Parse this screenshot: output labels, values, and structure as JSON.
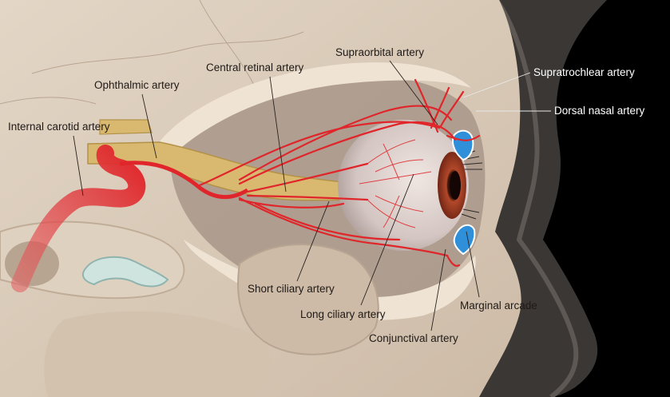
{
  "labels": {
    "internal_carotid": "Internal carotid artery",
    "ophthalmic": "Ophthalmic artery",
    "central_retinal": "Central retinal artery",
    "supraorbital": "Supraorbital artery",
    "supratrochlear": "Supratrochlear artery",
    "dorsal_nasal": "Dorsal nasal artery",
    "short_ciliary": "Short ciliary artery",
    "long_ciliary": "Long ciliary artery",
    "conjunctival": "Conjunctival artery",
    "marginal_arcade": "Marginal arcade"
  },
  "colors": {
    "background": "#000000",
    "bone": "#e7d9c8",
    "bone_shadow": "#b8a591",
    "orbit_shadow": "#8f7d6e",
    "artery": "#e0262a",
    "artery_dark": "#b3141a",
    "nerve": "#d9b870",
    "eyeball": "#d8ccc8",
    "iris": "#9c3b24",
    "cartilage": "#cfe3df",
    "lacrimal": "#2f8fd8",
    "skin_profile": "#7a7470"
  }
}
